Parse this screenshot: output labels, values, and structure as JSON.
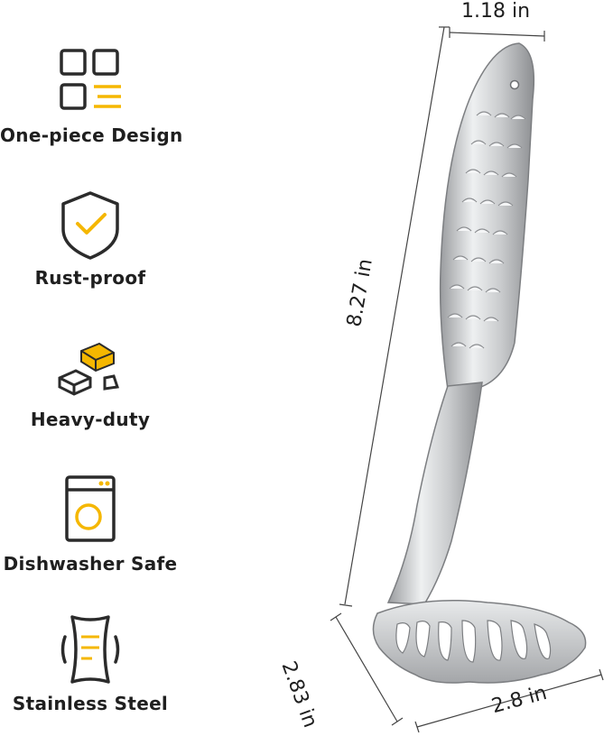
{
  "features": [
    {
      "label": "One-piece Design",
      "icon": "grid-icon"
    },
    {
      "label": "Rust-proof",
      "icon": "shield-check-icon"
    },
    {
      "label": "Heavy-duty",
      "icon": "metal-bars-icon"
    },
    {
      "label": "Dishwasher Safe",
      "icon": "dishwasher-icon"
    },
    {
      "label": "Stainless Steel",
      "icon": "steel-sheet-icon"
    }
  ],
  "dimensions": {
    "top_width": "1.18 in",
    "length": "8.27 in",
    "head_depth": "2.83 in",
    "head_width": "2.8 in"
  },
  "colors": {
    "accent": "#f5b700",
    "outline": "#2b2b2b",
    "steel": "#c9cbcd"
  }
}
